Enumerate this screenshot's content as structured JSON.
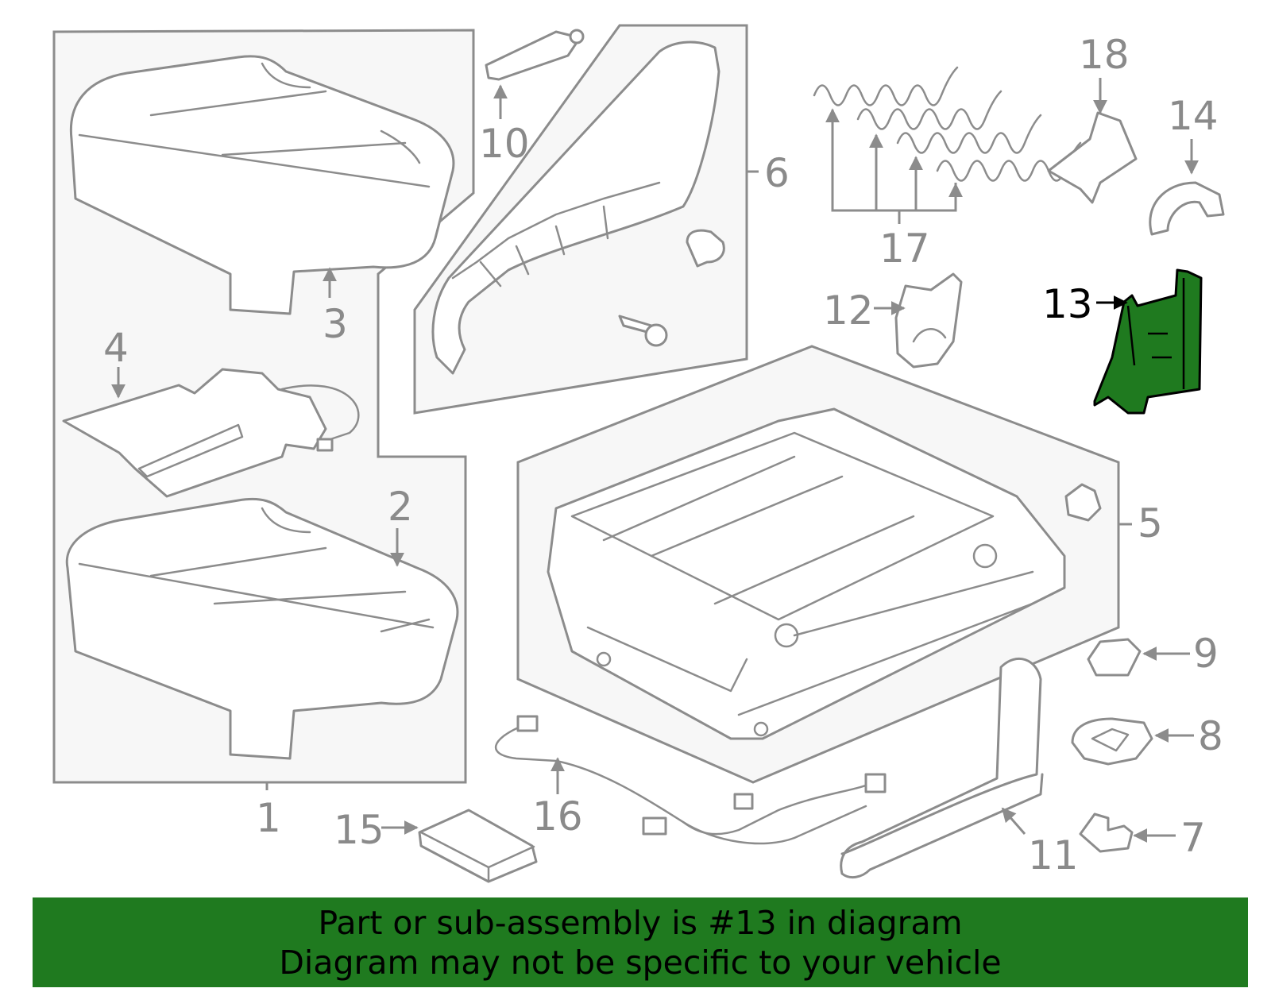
{
  "diagram": {
    "highlight_color": "#1f7a1f",
    "callouts": [
      "1",
      "2",
      "3",
      "4",
      "5",
      "6",
      "7",
      "8",
      "9",
      "10",
      "11",
      "12",
      "13",
      "14",
      "15",
      "16",
      "17",
      "18"
    ],
    "highlighted_callout": "13"
  },
  "banner": {
    "line1": "Part or sub-assembly is #13 in diagram",
    "line2": "Diagram may not be specific to your vehicle",
    "background": "#1f7a1f"
  }
}
